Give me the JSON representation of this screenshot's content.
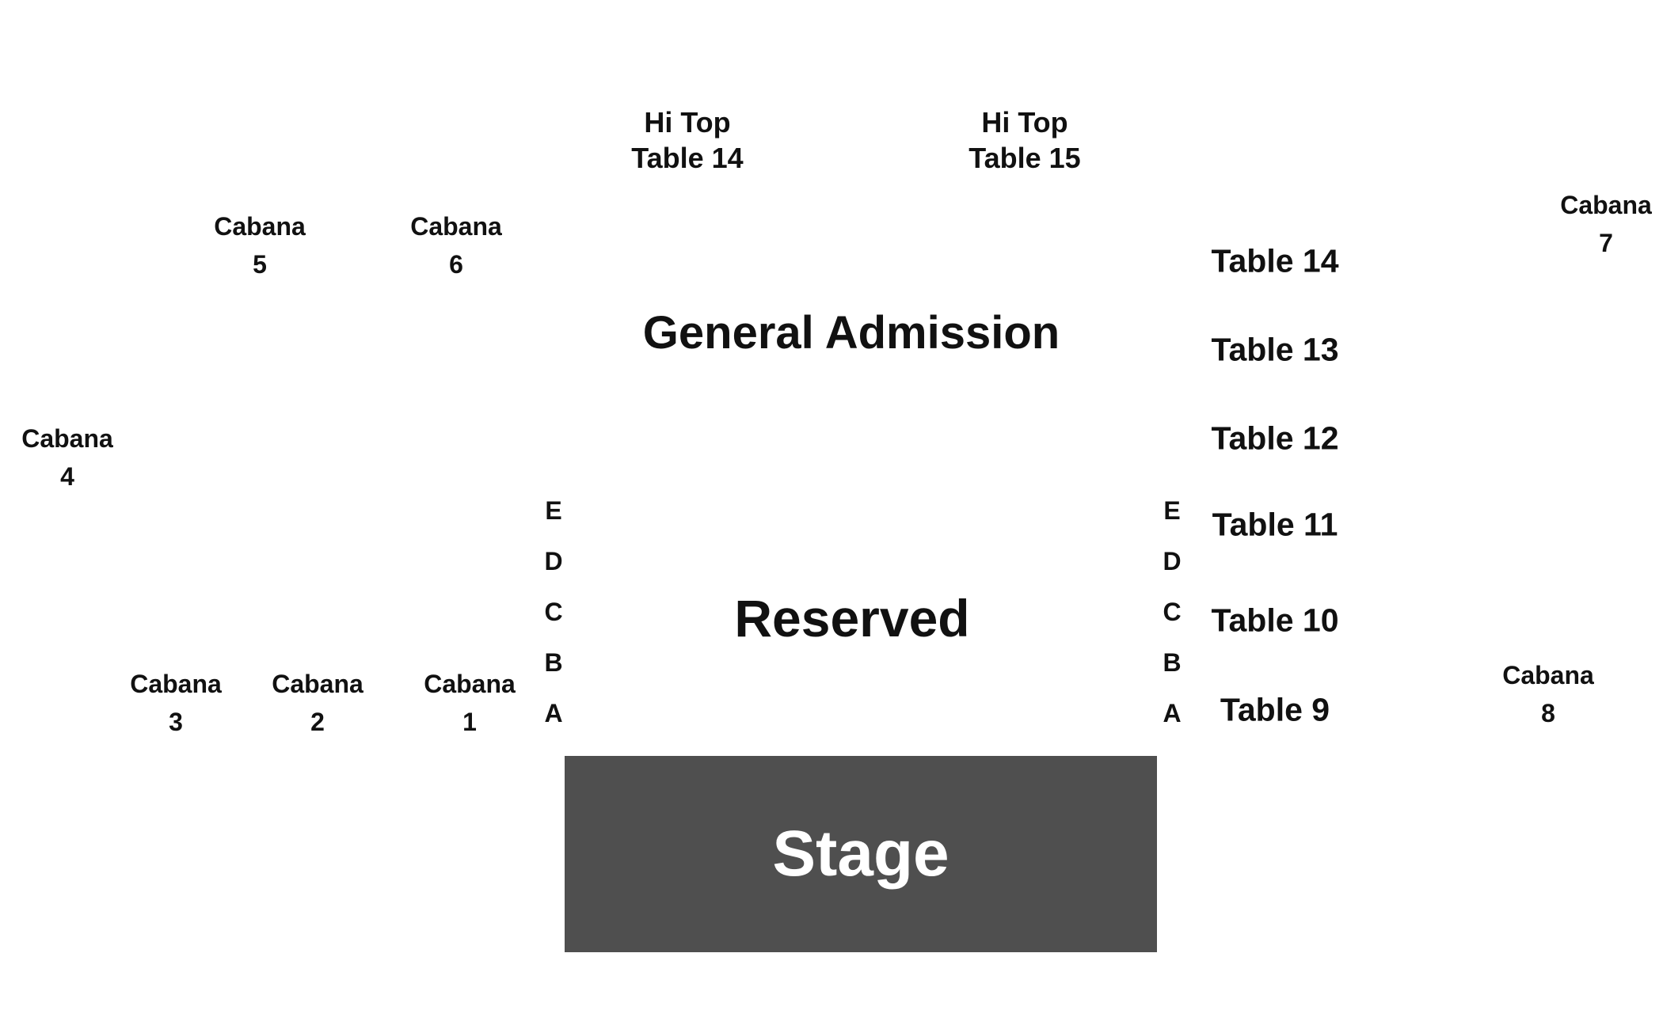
{
  "sections": {
    "general_admission": "General Admission",
    "reserved": "Reserved",
    "stage": "Stage"
  },
  "hi_top_tables": [
    {
      "line1": "Hi Top",
      "line2": "Table 14"
    },
    {
      "line1": "Hi Top",
      "line2": "Table 15"
    }
  ],
  "cabanas": [
    {
      "label": "Cabana",
      "number": "1"
    },
    {
      "label": "Cabana",
      "number": "2"
    },
    {
      "label": "Cabana",
      "number": "3"
    },
    {
      "label": "Cabana",
      "number": "4"
    },
    {
      "label": "Cabana",
      "number": "5"
    },
    {
      "label": "Cabana",
      "number": "6"
    },
    {
      "label": "Cabana",
      "number": "7"
    },
    {
      "label": "Cabana",
      "number": "8"
    }
  ],
  "tables": [
    "Table 14",
    "Table 13",
    "Table 12",
    "Table 11",
    "Table 10",
    "Table 9"
  ],
  "rows_left": [
    "E",
    "D",
    "C",
    "B",
    "A"
  ],
  "rows_right": [
    "E",
    "D",
    "C",
    "B",
    "A"
  ],
  "colors": {
    "stage_fill": "#4f4f4f",
    "stage_text": "#ffffff",
    "text": "#111111",
    "background": "#ffffff"
  }
}
